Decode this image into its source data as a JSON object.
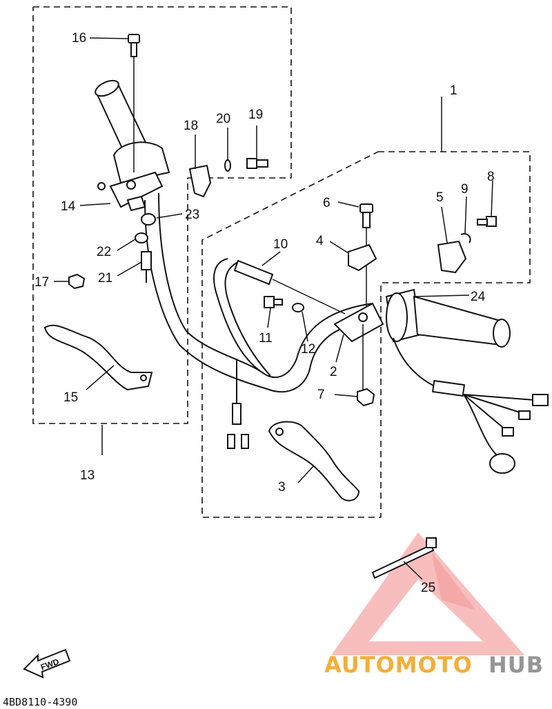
{
  "diagram_code": "4BD8110-4390",
  "fwd_label": "FWD",
  "watermark": {
    "part1": "AUTOMOTO",
    "part2": "HUB",
    "color_red": "#f08a87",
    "color_orange": "#f5a623",
    "color_gray": "#8a8a8a"
  },
  "callouts": {
    "c1": "1",
    "c2": "2",
    "c3": "3",
    "c4": "4",
    "c5": "5",
    "c6": "6",
    "c7": "7",
    "c8": "8",
    "c9": "9",
    "c10": "10",
    "c11": "11",
    "c12": "12",
    "c13": "13",
    "c14": "14",
    "c15": "15",
    "c16": "16",
    "c17": "17",
    "c18": "18",
    "c19": "19",
    "c20": "20",
    "c21": "21",
    "c22": "22",
    "c23": "23",
    "c24": "24",
    "c25": "25"
  }
}
